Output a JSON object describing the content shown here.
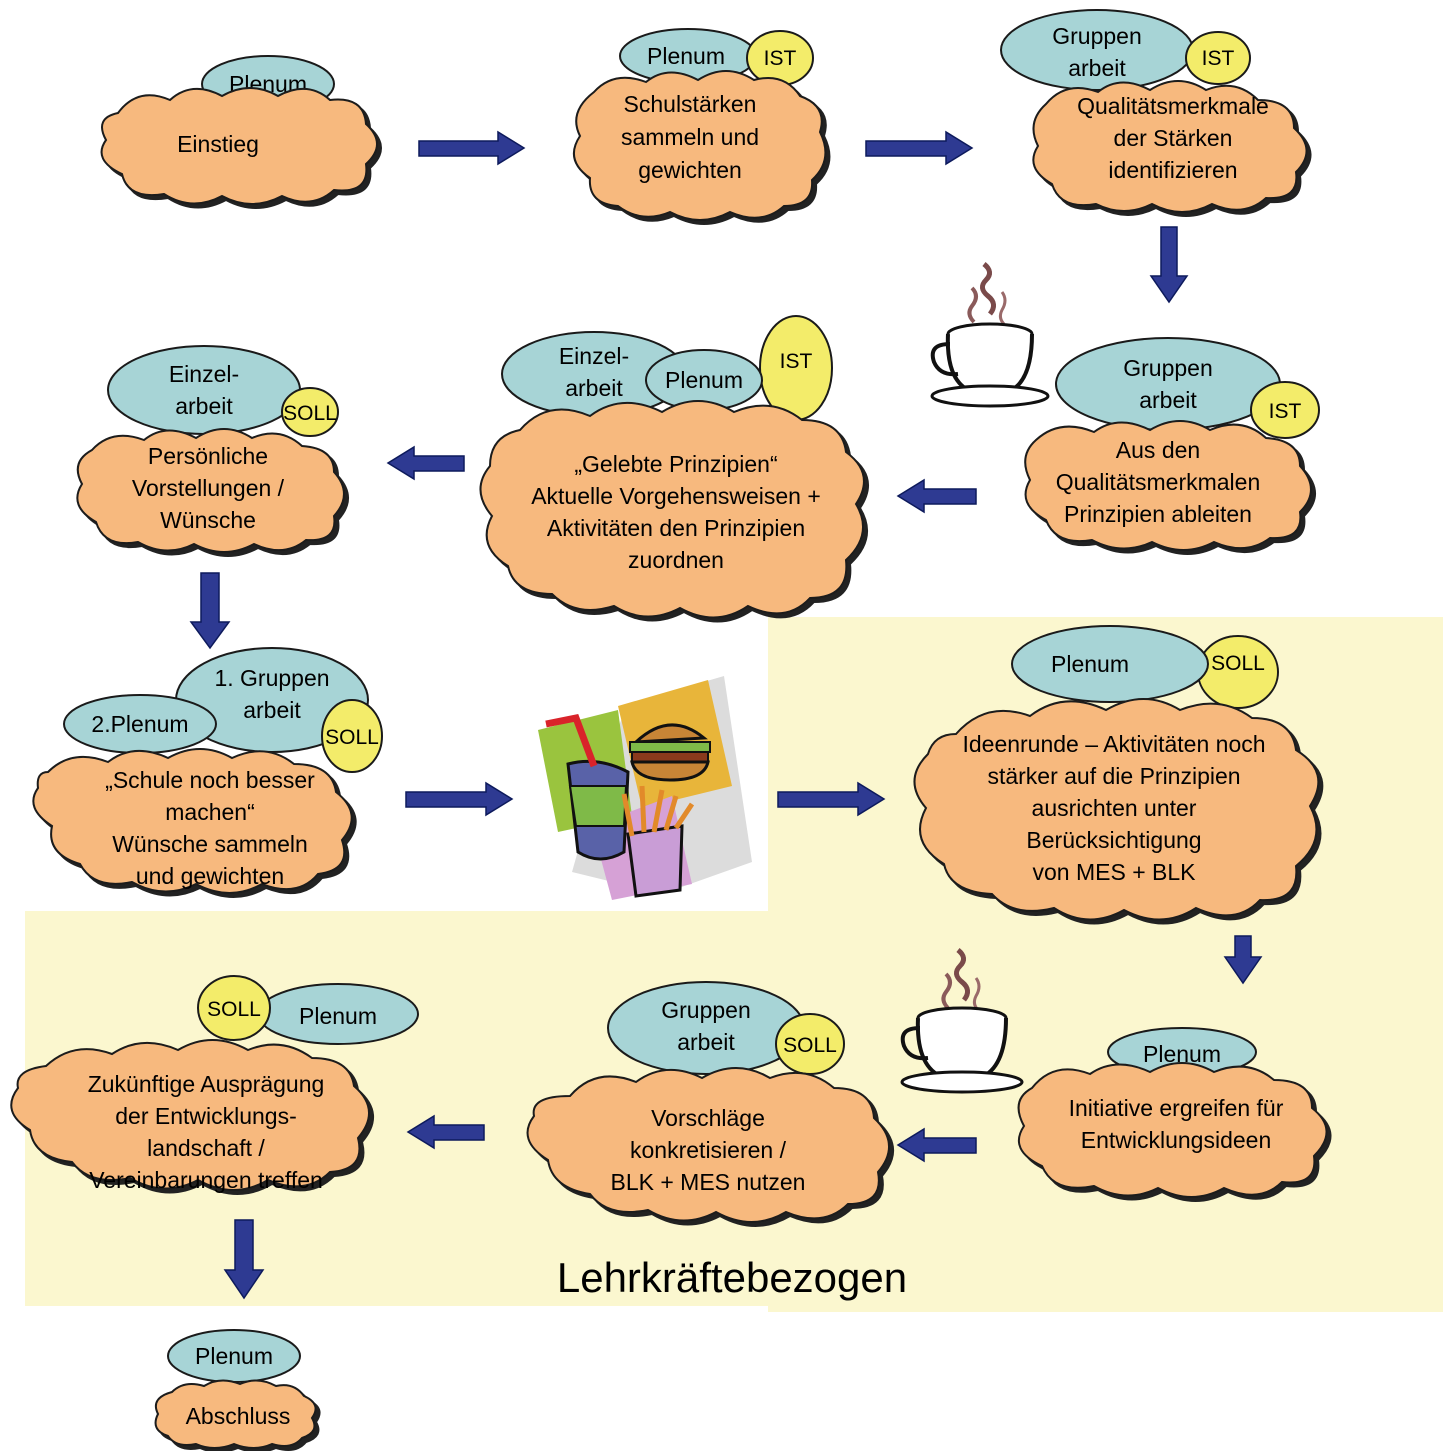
{
  "colors": {
    "cloud": "#f7b97e",
    "oval": "#a7d4d6",
    "badge": "#f3ec6a",
    "arrow": "#2e3a92",
    "region": "#fbf7cf"
  },
  "region_label": "Lehrkräftebezogen",
  "icons": [
    "coffee-cup-icon",
    "coffee-cup-icon",
    "fast-food-icon"
  ],
  "steps": [
    {
      "id": "einstieg",
      "lines": [
        "Einstieg"
      ],
      "modes": [
        "Plenum"
      ]
    },
    {
      "id": "schulstaerken",
      "lines": [
        "Schulstärken",
        "sammeln und",
        "gewichten"
      ],
      "modes": [
        "Plenum"
      ],
      "badge": "IST"
    },
    {
      "id": "qualitaetsmerkmale",
      "lines": [
        "Qualitätsmerkmale",
        "der Stärken",
        "identifizieren"
      ],
      "modes": [
        "Gruppen arbeit"
      ],
      "badge": "IST"
    },
    {
      "id": "prinzipien-ableiten",
      "lines": [
        "Aus den",
        "Qualitätsmerkmalen",
        "Prinzipien ableiten"
      ],
      "modes": [
        "Gruppen arbeit"
      ],
      "badge": "IST"
    },
    {
      "id": "gelebte-prinzipien",
      "lines": [
        "„Gelebte Prinzipien“",
        "Aktuelle Vorgehensweisen +",
        "Aktivitäten den Prinzipien",
        "zuordnen"
      ],
      "modes": [
        "Einzel- arbeit",
        "Plenum"
      ],
      "badge": "IST"
    },
    {
      "id": "persoenliche-vorstellungen",
      "lines": [
        "Persönliche",
        "Vorstellungen /",
        "Wünsche"
      ],
      "modes": [
        "Einzel- arbeit"
      ],
      "badge": "SOLL"
    },
    {
      "id": "schule-besser",
      "lines": [
        "„Schule noch besser",
        "machen“",
        "Wünsche sammeln",
        "und gewichten"
      ],
      "modes": [
        "1. Gruppen arbeit",
        "2.Plenum"
      ],
      "badge": "SOLL"
    },
    {
      "id": "ideenrunde",
      "lines": [
        "Ideenrunde – Aktivitäten noch",
        "stärker auf die Prinzipien",
        "ausrichten unter",
        "Berücksichtigung",
        "von MES + BLK"
      ],
      "modes": [
        "Plenum"
      ],
      "badge": "SOLL"
    },
    {
      "id": "initiative",
      "lines": [
        "Initiative ergreifen für",
        "Entwicklungsideen"
      ],
      "modes": [
        "Plenum"
      ]
    },
    {
      "id": "vorschlaege",
      "lines": [
        "Vorschläge",
        "konkretisieren /",
        "BLK + MES nutzen"
      ],
      "modes": [
        "Gruppen arbeit"
      ],
      "badge": "SOLL"
    },
    {
      "id": "zukuenftige-auspraegung",
      "lines": [
        "Zukünftige Ausprägung",
        "der Entwicklungs-",
        "landschaft /",
        "Vereinbarungen treffen"
      ],
      "modes": [
        "Plenum"
      ],
      "badge": "SOLL"
    },
    {
      "id": "abschluss",
      "lines": [
        "Abschluss"
      ],
      "modes": [
        "Plenum"
      ]
    }
  ]
}
